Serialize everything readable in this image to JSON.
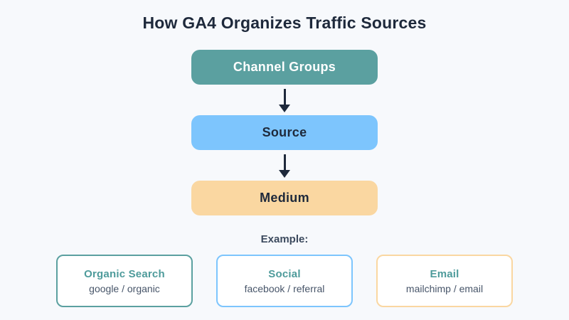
{
  "title": "How GA4 Organizes Traffic Sources",
  "colors": {
    "background": "#f7f9fc",
    "dark_text": "#1e293b",
    "teal": "#5ba0a0",
    "blue": "#7dc5fd",
    "peach": "#fad7a1",
    "card_title_teal": "#4e9b9b",
    "card_subtitle_gray": "#475569",
    "arrow": "#1e293b"
  },
  "flow": {
    "boxes": [
      {
        "label": "Channel Groups",
        "fill": "#5ba0a0",
        "text_color": "#ffffff"
      },
      {
        "label": "Source",
        "fill": "#7dc5fd",
        "text_color": "#1e293b"
      },
      {
        "label": "Medium",
        "fill": "#fad7a1",
        "text_color": "#1e293b"
      }
    ]
  },
  "example": {
    "label": "Example:",
    "cards": [
      {
        "title": "Organic Search",
        "subtitle": "google / organic",
        "border_color": "#5ba0a0"
      },
      {
        "title": "Social",
        "subtitle": "facebook / referral",
        "border_color": "#7dc5fd"
      },
      {
        "title": "Email",
        "subtitle": "mailchimp / email",
        "border_color": "#fad7a1"
      }
    ]
  }
}
